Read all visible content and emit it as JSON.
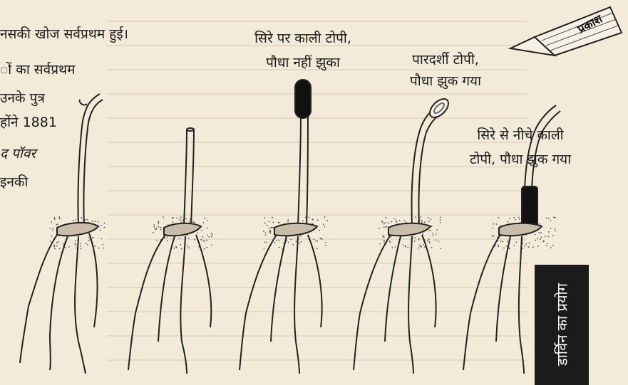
{
  "intro_text": {
    "line1": "नसकी खोज सर्वप्रथम हुई।",
    "line2": "ों का सर्वप्रथम",
    "line3": "उनके पुत्र",
    "line4": "होंने 1881",
    "line5": "द पॉवर",
    "line6": "इनकी"
  },
  "light_label": "प्रकाश",
  "plants": [
    {
      "tip": "bare",
      "bent": true
    },
    {
      "tip": "cut",
      "bent": false
    },
    {
      "tip": "black-cap",
      "bent": false,
      "caption_line1": "सिरे पर काली टोपी,",
      "caption_line2": "पौधा नहीं झुका"
    },
    {
      "tip": "transparent-cap",
      "bent": true,
      "caption_line1": "पारदर्शी टोपी,",
      "caption_line2": "पौधा झुक गया"
    },
    {
      "tip": "lower-black-sleeve",
      "bent": true,
      "caption_line1": "सिरे से नीचे काली",
      "caption_line2": "टोपी, पौधा झुक गया"
    }
  ],
  "side_tab_title": "डार्विन का प्रयोग",
  "colors": {
    "background": "#f4ead9",
    "ink": "#1a1a1a",
    "cap": "#111111",
    "tab": "#1b1b1b"
  }
}
